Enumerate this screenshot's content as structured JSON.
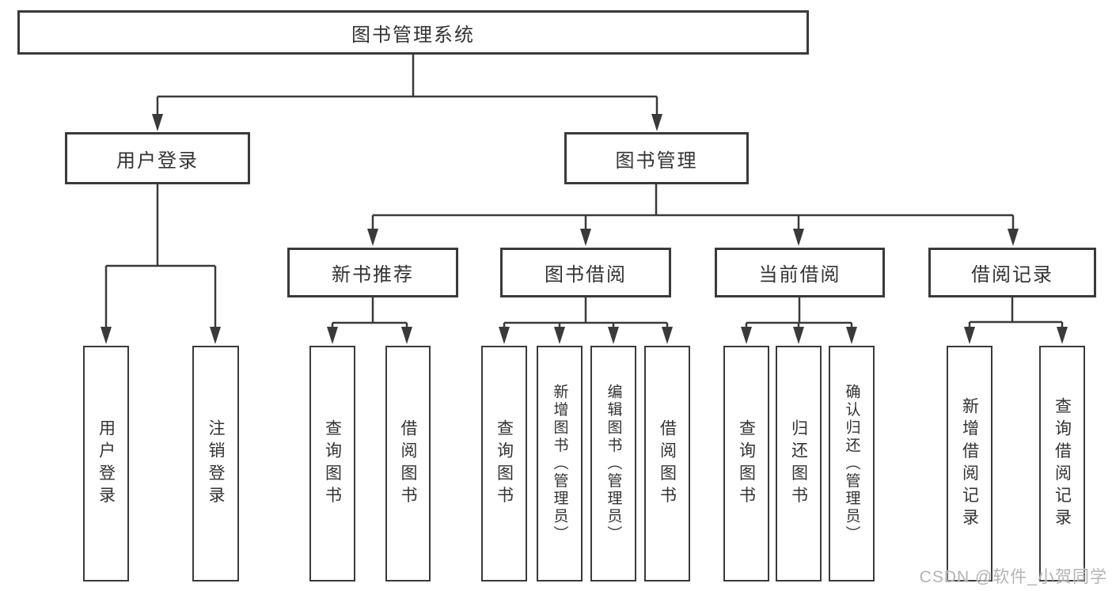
{
  "tree": {
    "root": {
      "label": "图书管理系统"
    },
    "children": [
      {
        "label": "用户登录",
        "children": [
          {
            "label": "用户登录"
          },
          {
            "label": "注销登录"
          }
        ]
      },
      {
        "label": "图书管理",
        "children": [
          {
            "label": "新书推荐",
            "children": [
              {
                "label": "查询图书"
              },
              {
                "label": "借阅图书"
              }
            ]
          },
          {
            "label": "图书借阅",
            "children": [
              {
                "label": "查询图书"
              },
              {
                "label": "新增图书（管理员）"
              },
              {
                "label": "编辑图书（管理员）"
              },
              {
                "label": "借阅图书"
              }
            ]
          },
          {
            "label": "当前借阅",
            "children": [
              {
                "label": "查询图书"
              },
              {
                "label": "归还图书"
              },
              {
                "label": "确认归还（管理员）"
              }
            ]
          },
          {
            "label": "借阅记录",
            "children": [
              {
                "label": "新增借阅记录"
              },
              {
                "label": "查询借阅记录"
              }
            ]
          }
        ]
      }
    ]
  },
  "watermark": "CSDN @软件_小贺同学",
  "colors": {
    "line": "#3a3a3a",
    "text": "#333333",
    "watermark": "#b3b3b3",
    "background": "#ffffff"
  }
}
